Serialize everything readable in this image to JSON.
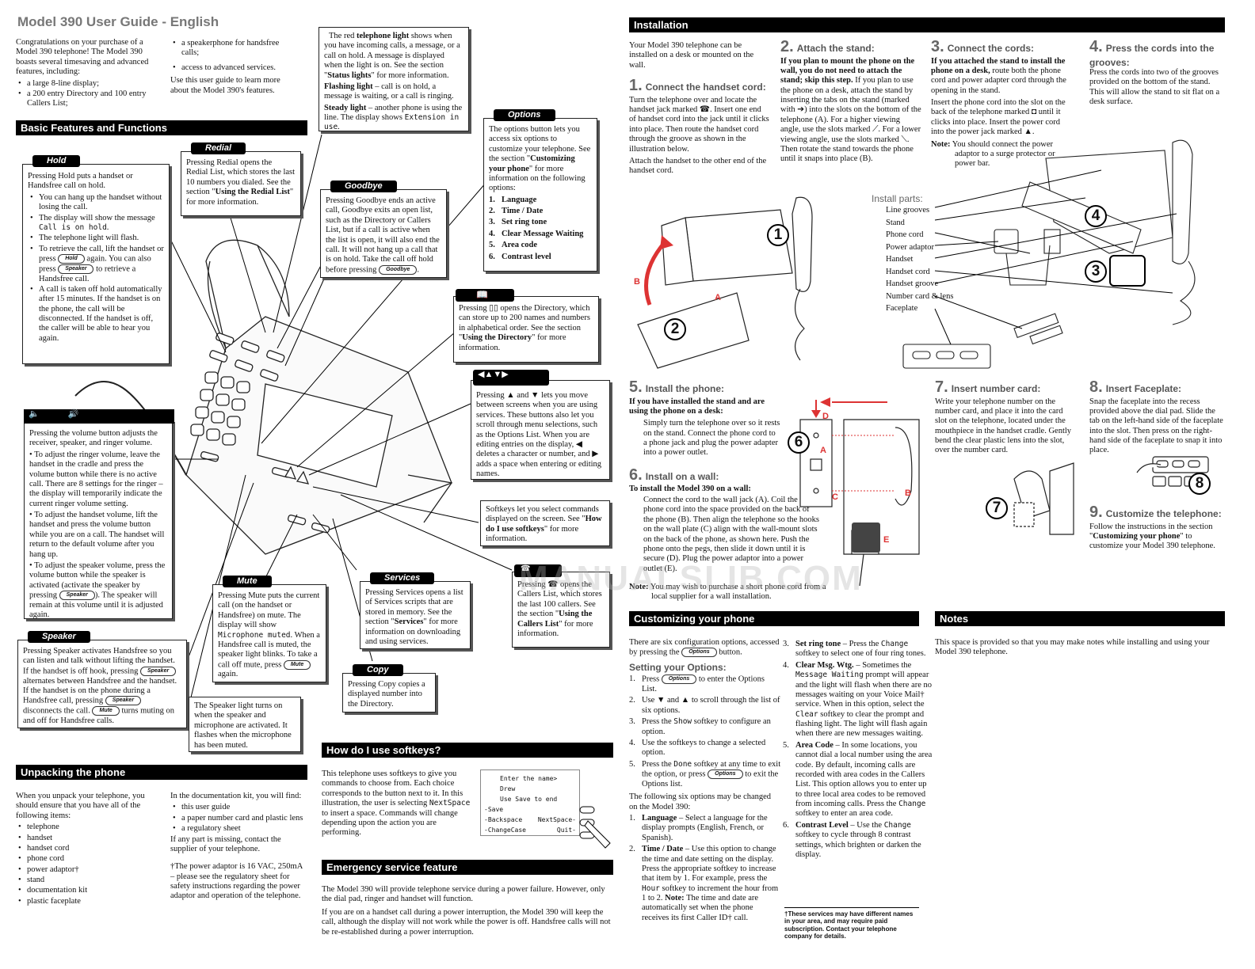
{
  "header": {
    "title": "Model 390 User Guide - English"
  },
  "intro": {
    "p1": "Congratulations on your purchase of a Model 390 telephone! The Model 390 boasts several timesaving and advanced features, including:",
    "bullets_left": [
      "a large 8-line display;",
      "a 200 entry Directory and 100 entry Callers List;"
    ],
    "bullets_right": [
      "a speakerphone for handsfree calls;",
      "access to advanced services."
    ],
    "p2": "Use this user guide to learn more about the Model 390's features."
  },
  "sections": {
    "basic": "Basic Features and Functions",
    "unpacking": "Unpacking the phone",
    "softkeys": "How do I use softkeys?",
    "emergency": "Emergency service feature",
    "installation": "Installation",
    "customizing": "Customizing your phone",
    "notes": "Notes"
  },
  "lights": {
    "p1a": "The red ",
    "p1b": "telephone light",
    "p1c": " shows when you have incoming calls, a message, or a call on hold. A message is displayed when the light is on. See the section \"",
    "p1d": "Status lights",
    "p1e": "\" for more information.",
    "p2a": "Flashing light",
    "p2b": " – call is on hold, a message is waiting, or a call is ringing.",
    "p3a": "Steady light",
    "p3b": " – another phone is using the line. The display shows ",
    "p3c": "Extension in use",
    "p3d": "."
  },
  "hold": {
    "tab": "Hold",
    "p": "Pressing Hold puts a handset or Handsfree call on hold.",
    "b1": "You can hang up the handset without losing the call.",
    "b2a": "The display will show the message ",
    "b2b": "Call is on hold",
    "b2c": ".",
    "b3": "The telephone light will flash.",
    "b4a": "To retrieve the call, lift the handset or press ",
    "b4p": "Hold",
    "b4b": " again.   You can also press ",
    "b4p2": "Speaker",
    "b4c": " to retrieve a Handsfree call.",
    "b5": "A call is taken off hold automatically after 15 minutes. If the handset is on the phone, the call will be disconnected. If the handset is off, the caller will be able to hear you again."
  },
  "redial": {
    "tab": "Redial",
    "a": "Pressing Redial opens the Redial List, which stores the last 10 numbers you dialed. See the section \"",
    "b": "Using the Redial List",
    "c": "\" for more information."
  },
  "goodbye": {
    "tab": "Goodbye",
    "a": "Pressing Goodbye ends an active call, Goodbye exits an open list, such as the Directory or Callers List, but if a call is active when the list is open, it will also end the call. It will not hang up a call that is on hold. Take the call off hold before pressing ",
    "pill": "Goodbye",
    "b": "."
  },
  "options": {
    "tab": "Options",
    "a": "The options button lets you access six options to customize your telephone. See the section \"",
    "b": "Customizing your phone",
    "c": "\" for more information on the following options:",
    "items": [
      "Language",
      "Time / Date",
      "Set ring tone",
      "Clear Message Waiting",
      "Area code",
      "Contrast level"
    ]
  },
  "directory": {
    "a": "Pressing ",
    "b": " opens the Directory, which can store up to 200 names and numbers in alphabetical order. See the section \"",
    "c": "Using the Directory",
    "d": "\" for more information."
  },
  "arrows": {
    "a": "Pressing ",
    "b": " and ",
    "c": " lets you move between screens when you are using services. These buttons also let you scroll through menu selections, such as the Options List. When you are editing entries on the display, ",
    "d": " deletes a character or number, and ",
    "e": " adds a space when entering or editing names."
  },
  "softkeybox": {
    "a": "Softkeys let you select commands displayed on the screen. See \"",
    "b": "How do I use softkeys",
    "c": "\" for more information."
  },
  "callers": {
    "a": "Pressing ",
    "b": " opens the Callers List, which stores the last 100 callers. See the section \"",
    "c": "Using the Callers List",
    "d": "\" for more information."
  },
  "volume": {
    "p1": "Pressing the volume button adjusts the receiver, speaker, and ringer volume.",
    "p2": "• To adjust the ringer volume, leave the handset in the cradle and press the volume button while there is no active call. There are 8 settings for the ringer – the display will temporarily indicate the current ringer volume setting.",
    "p3": "• To adjust the handset volume, lift the handset and press the volume button while you are on a call. The handset will return to the default volume after you hang up.",
    "p4a": "• To adjust the speaker volume, press the volume button while the speaker is activated (activate the speaker by pressing ",
    "p4p": "Speaker",
    "p4b": "). The speaker will remain at this volume until it is adjusted again."
  },
  "mute": {
    "tab": "Mute",
    "a": "Pressing Mute puts the current call (on the handset or Handsfree) on mute. The display will show ",
    "b": "Microphone muted",
    "c": ". When a Handsfree call is muted, the speaker light blinks. To take a call off mute, press ",
    "pill": "Mute",
    "d": " again."
  },
  "services": {
    "tab": "Services",
    "a": "Pressing Services opens a list of Services scripts that are stored in memory. See the section \"",
    "b": "Services",
    "c": "\" for more information on downloading and using services."
  },
  "copy": {
    "tab": "Copy",
    "p": "Pressing Copy copies a displayed number into the Directory."
  },
  "speaker": {
    "tab": "Speaker",
    "a": "Pressing Speaker activates Handsfree so you can listen and talk without lifting the handset. If the handset is off hook, pressing ",
    "p1": "Speaker",
    "b": " alternates between Handsfree and the handset. If the handset is on the phone during a Handsfree call, pressing ",
    "p2": "Speaker",
    "c": " disconnects the call. ",
    "p3": "Mute",
    "d": " turns muting on and off for Handsfree calls."
  },
  "speakerlight": {
    "p": "The Speaker light turns on when the speaker and microphone are activated. It flashes when the microphone has been muted."
  },
  "unpacking": {
    "p1": "When you unpack your telephone, you should ensure that you have all of the following items:",
    "items": [
      "telephone",
      "handset",
      "handset cord",
      "phone cord",
      "power adaptor†",
      "stand",
      "documentation kit",
      "plastic faceplate"
    ],
    "p2": "In the documentation kit, you will find:",
    "kit": [
      "this user guide",
      "a paper number card and plastic lens",
      "a regulatory sheet"
    ],
    "p3": "If any part is missing, contact the supplier of your telephone.",
    "p4": "†The power adaptor is 16 VAC, 250mA – please see the regulatory sheet for safety instructions regarding the power adaptor and operation of the telephone."
  },
  "softkeys": {
    "a": "This telephone uses softkeys to give you commands to choose from. Each choice corresponds to the button next to it. In this illustration, the user is selecting ",
    "b": "NextSpace",
    "c": " to insert a space. Commands will change depending upon the action you are performing.",
    "screen": {
      "l1": "Enter the name>",
      "l2": "Drew",
      "l3": "Use Save to end",
      "l4": "-Save",
      "l5": "-Backspace",
      "l5r": "NextSpace-",
      "l6": "-ChangeCase",
      "l6r": "Quit-"
    }
  },
  "emergency": {
    "p1": "The Model 390 will provide telephone service during a power failure. However, only the dial pad, ringer and handset will function.",
    "p2": "If you are on a handset call during a power interruption, the Model 390 will keep the call, although the display will not work while the power is off. Handsfree calls will not be re-established during a power interruption."
  },
  "install": {
    "intro": "Your Model 390 telephone can be installed on a desk or mounted on the wall.",
    "s1t": "Connect the handset cord:",
    "s1a": "Turn the telephone over and locate the handset jack marked ",
    "s1b": ". Insert one end of handset cord into the jack until it clicks into place. Then route the handset cord through the groove as shown in the illustration below.",
    "s1c": "Attach the handset to the other end of the handset cord.",
    "s2t": "Attach the stand:",
    "s2a": "If you plan to mount the phone on the wall, you do not need to attach the stand; skip this step.",
    "s2b": " If you plan to use the phone on a desk, attach the stand by inserting the tabs on the stand (marked with ",
    "s2c": ") into the slots on the bottom of the telephone (A). For a higher viewing angle, use the slots marked ",
    "s2d": ". For a lower viewing angle, use the slots marked ",
    "s2e": ". Then rotate the stand towards the phone until it snaps into place (B).",
    "s3t": "Connect the cords:",
    "s3a": "If you attached the stand to install the phone on a desk,",
    "s3b": " route both the phone cord and power adapter cord through the opening in the stand.",
    "s3c": "Insert the phone cord into the slot on the back of the telephone marked ",
    "s3d": " until it clicks into place. Insert the power cord into the power jack marked ",
    "s3e": ".",
    "note": "Note:",
    "s3n": "You should connect the power adaptor to a surge protector or power bar.",
    "s4t": "Press the cords into the grooves:",
    "s4a": "Press the cords into two of the grooves provided on the bottom of the stand. This will allow the stand to sit flat on a desk surface.",
    "parts_title": "Install parts:",
    "parts": [
      "Line grooves",
      "Stand",
      "Phone cord",
      "Power adaptor",
      "Handset",
      "Handset cord",
      "Handset groove",
      "Number card & lens",
      "Faceplate"
    ],
    "s5t": "Install the phone:",
    "s5a": "If you have installed the stand and are using the phone on a desk:",
    "s5b": "Simply turn the telephone over so it rests on the stand. Connect the phone cord to a phone jack and plug the power adapter into a power outlet.",
    "s6t": "Install on a wall:",
    "s6a": "To install the Model 390 on a wall:",
    "s6b": "Connect the cord to the wall jack (A). Coil the phone cord into the space provided on the back of the phone (B). Then align the telephone so the hooks on the wall plate (C) align with the wall-mount slots on the back of the phone, as shown here. Push the phone onto the pegs, then slide it down until it is secure (D). Plug the power adaptor into a power outlet (E).",
    "s6n": "You may wish to purchase a short phone cord from a local supplier for a wall installation.",
    "s7t": "Insert number card:",
    "s7a": "Write your telephone number on the number card, and place it into the card slot on the telephone, located under the mouthpiece in the handset cradle. Gently bend the clear plastic lens into the slot, over the number card.",
    "s8t": "Insert Faceplate:",
    "s8a": "Snap the faceplate into the recess provided above the dial pad. Slide the tab on the left-hand side of the faceplate into the slot. Then press on the right-hand side of the faceplate to snap it into place.",
    "s9t": "Customize the telephone:",
    "s9a": "Follow the instructions in the section \"",
    "s9b": "Customizing your phone",
    "s9c": "\" to customize your Model 390 telephone.",
    "labels": {
      "A": "A",
      "B": "B",
      "C": "C",
      "D": "D",
      "E": "E",
      "n1": "1",
      "n2": "2",
      "n3": "3",
      "n4": "4",
      "n6": "6",
      "n7": "7",
      "n8": "8"
    }
  },
  "customizing": {
    "p1a": "There are six configuration options, accessed by pressing the ",
    "p1p": "Options",
    "p1b": " button.",
    "sub": "Setting your Options:",
    "o1a": "Press ",
    "o1p": "Options",
    "o1b": " to enter the Options List.",
    "o2a": "Use ",
    "o2b": " and ",
    "o2c": " to scroll through the list of six options.",
    "o3a": "Press the ",
    "o3b": "Show",
    "o3c": " softkey to configure an option.",
    "o4": "Use the softkeys to change a selected option.",
    "o5a": "Press the ",
    "o5b": "Done",
    "o5c": " softkey at any time to exit the option, or press ",
    "o5p": "Options",
    "o5d": " to exit the Options list.",
    "p2": "The following six options may be changed on the Model 390:",
    "c1a": "Language",
    "c1b": " – Select a language for the display prompts (English, French, or Spanish).",
    "c2a": "Time / Date",
    "c2b": " – Use this option to change the time and date setting on the display. Press the appropriate softkey to increase that item by 1. For example, press the ",
    "c2c": "Hour",
    "c2d": " softkey to increment the hour from 1 to 2. ",
    "c2e": "Note:",
    "c2f": " The time and date are automatically set when the phone receives its first Caller ID† call.",
    "c3a": "Set ring tone",
    "c3b": " – Press the ",
    "c3c": "Change",
    "c3d": " softkey to select one of four ring tones.",
    "c4a": "Clear Msg. Wtg.",
    "c4b": " – Sometimes the ",
    "c4c": "Message Waiting",
    "c4d": " prompt will appear and the light will flash when there are no messages waiting on your Voice Mail† service. When in this option, select the ",
    "c4e": "Clear",
    "c4f": " softkey to clear the prompt and flashing light. The light will flash again when there are new messages waiting.",
    "c5a": "Area Code",
    "c5b": " – In some locations, you cannot dial a local number using the area code. By default, incoming calls are recorded with area codes in the Callers List. This option allows you to enter up to three local area codes to be removed from incoming calls. Press the ",
    "c5c": "Change",
    "c5d": " softkey to enter an area code.",
    "c6a": "Contrast Level",
    "c6b": " – Use the ",
    "c6c": "Change",
    "c6d": " softkey to cycle through 8 contrast settings, which brighten or darken the display.",
    "foot": "†These services may have different names in your area, and may require paid subscription. Contact your telephone company for details."
  },
  "notes": {
    "p": "This space is provided so that you may make notes while installing and using your Model 390 telephone."
  },
  "watermark": {
    "text": "MANUALSLIB.COM"
  }
}
